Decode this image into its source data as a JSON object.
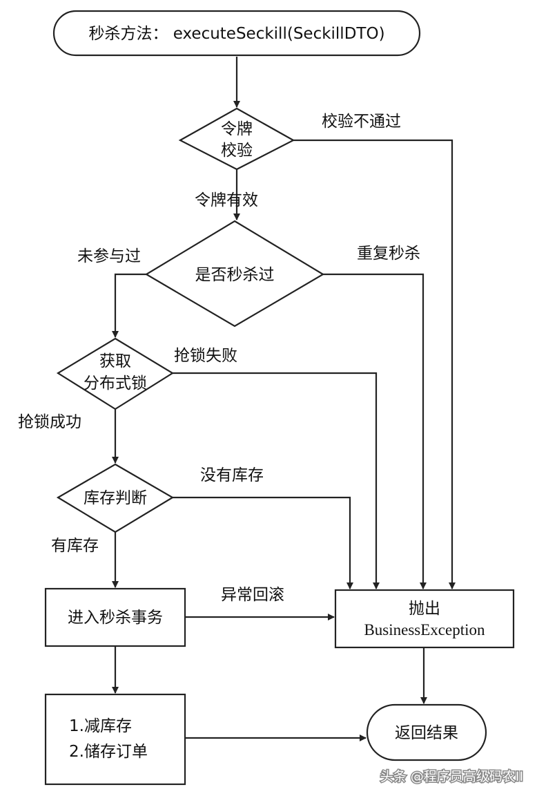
{
  "start": {
    "label": "秒杀方法： executeSeckill(SeckillDTO)"
  },
  "token_check": {
    "line1": "令牌",
    "line2": "校验"
  },
  "token_valid_label": "令牌有效",
  "token_invalid_label": "校验不通过",
  "seckill_check": {
    "label": "是否秒杀过"
  },
  "not_participated_label": "未参与过",
  "repeated_label": "重复秒杀",
  "lock": {
    "line1": "获取",
    "line2": "分布式锁"
  },
  "lock_fail_label": "抢锁失败",
  "lock_success_label": "抢锁成功",
  "stock_check": {
    "label": "库存判断"
  },
  "no_stock_label": "没有库存",
  "has_stock_label": "有库存",
  "transaction": {
    "label": "进入秒杀事务"
  },
  "rollback_label": "异常回滚",
  "actions": {
    "line1": "1.减库存",
    "line2": "2.储存订单"
  },
  "exception": {
    "line1": "抛出",
    "line2": "BusinessException"
  },
  "result": {
    "label": "返回结果"
  },
  "watermark": "头条 @程序员高级码农II"
}
